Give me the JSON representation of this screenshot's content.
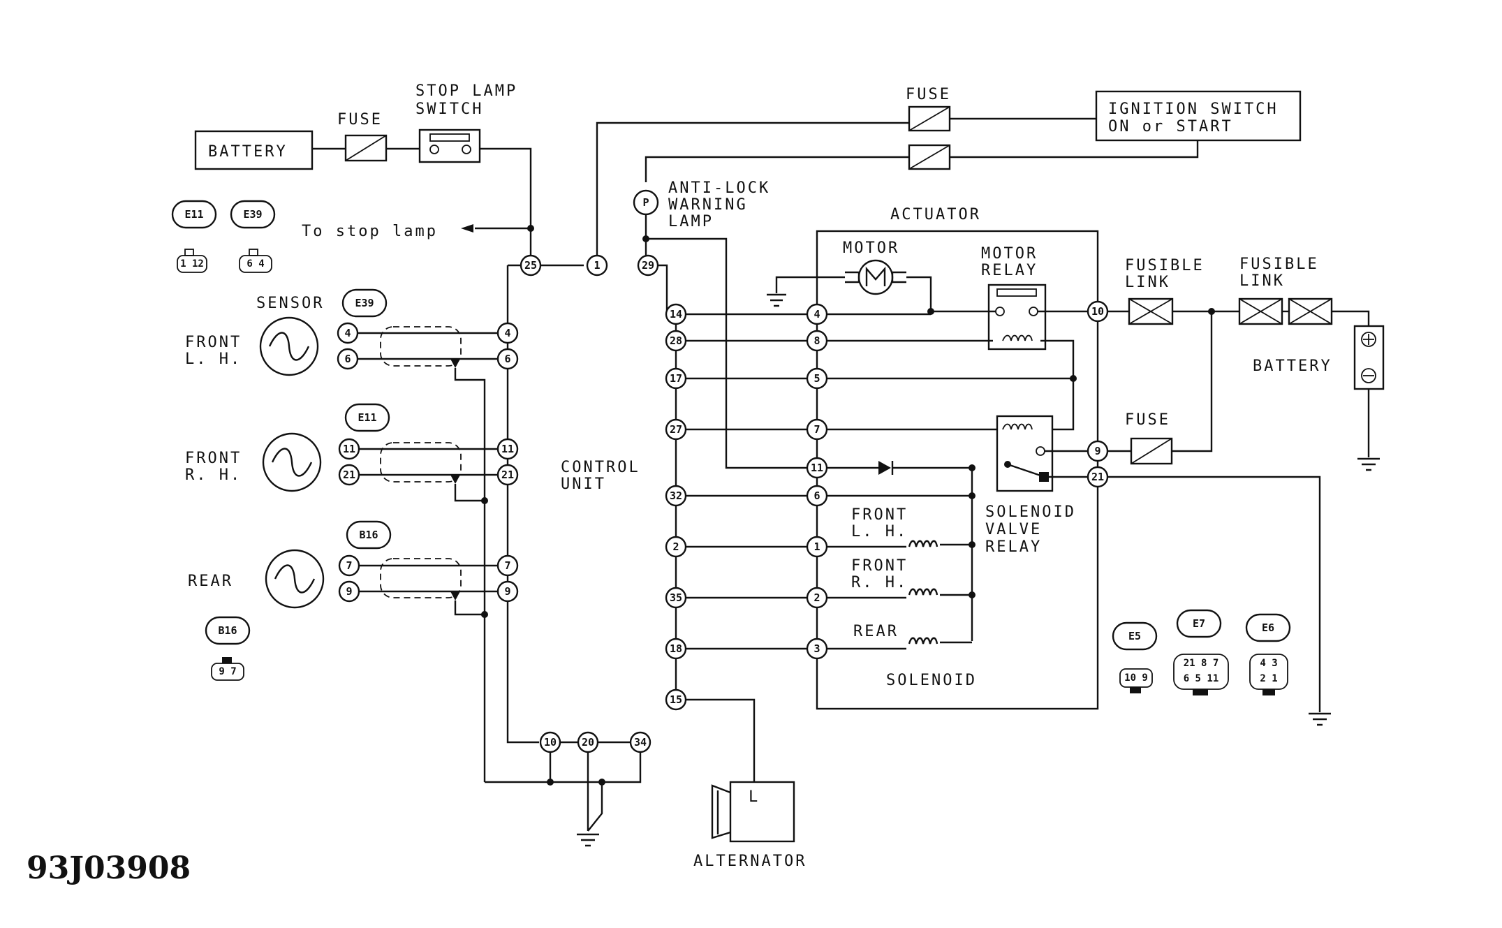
{
  "figure_code": "93J03908",
  "labels": {
    "battery_left": "BATTERY",
    "fuse_left": "FUSE",
    "stop_lamp_switch_1": "STOP LAMP",
    "stop_lamp_switch_2": "SWITCH",
    "to_stop_lamp": "To stop lamp",
    "sensor": "SENSOR",
    "front_lh_1": "FRONT",
    "front_lh_2": "L. H.",
    "front_rh_1": "FRONT",
    "front_rh_2": "R. H.",
    "rear": "REAR",
    "control_unit_1": "CONTROL",
    "control_unit_2": "UNIT",
    "fuse_top": "FUSE",
    "ignition_1": "IGNITION SWITCH",
    "ignition_2": "ON or START",
    "warning_lamp_1": "ANTI-LOCK",
    "warning_lamp_2": "WARNING",
    "warning_lamp_3": "LAMP",
    "actuator": "ACTUATOR",
    "motor": "MOTOR",
    "motor_relay_1": "MOTOR",
    "motor_relay_2": "RELAY",
    "fusible_link_a1": "FUSIBLE",
    "fusible_link_a2": "LINK",
    "fusible_link_b1": "FUSIBLE",
    "fusible_link_b2": "LINK",
    "battery_right": "BATTERY",
    "fuse_right": "FUSE",
    "sol_front_lh_1": "FRONT",
    "sol_front_lh_2": "L. H.",
    "sol_front_rh_1": "FRONT",
    "sol_front_rh_2": "R. H.",
    "sol_rear": "REAR",
    "solenoid": "SOLENOID",
    "solenoid_valve_relay_1": "SOLENOID",
    "solenoid_valve_relay_2": "VALVE",
    "solenoid_valve_relay_3": "RELAY",
    "alternator": "ALTERNATOR",
    "alternator_terminal": "L",
    "lamp_symbol": "P"
  },
  "connectors": {
    "e11": "E11",
    "e39": "E39",
    "b16": "B16",
    "e5": "E5",
    "e7": "E7",
    "e6": "E6",
    "sensor_e39": "E39",
    "sensor_e11": "E11",
    "sensor_b16": "B16"
  },
  "connector_pins": {
    "e11": "1 12",
    "e39": "6 4",
    "b16": "9 7",
    "e5": "10 9",
    "e7_top": "21 8 7",
    "e7_bottom": "6 5 11",
    "e6_top": "4 3",
    "e6_bottom": "2 1"
  },
  "sensor_pins": {
    "flh_a": "4",
    "flh_b": "6",
    "frh_a": "11",
    "frh_b": "21",
    "rr_a": "7",
    "rr_b": "9"
  },
  "cu_left_pins": {
    "p25": "25",
    "p1": "1",
    "p29": "29",
    "p4": "4",
    "p6": "6",
    "p11": "11",
    "p21": "21",
    "p7": "7",
    "p9": "9",
    "p10": "10",
    "p20": "20",
    "p34": "34"
  },
  "cu_right_pins": {
    "p14": "14",
    "p28": "28",
    "p17": "17",
    "p27": "27",
    "p32": "32",
    "p2": "2",
    "p35": "35",
    "p18": "18",
    "p15": "15"
  },
  "act_pins": {
    "p4": "4",
    "p8": "8",
    "p5": "5",
    "p7": "7",
    "p11": "11",
    "p6": "6",
    "p1": "1",
    "p2": "2",
    "p3": "3",
    "p10": "10",
    "p9": "9",
    "p21": "21"
  }
}
